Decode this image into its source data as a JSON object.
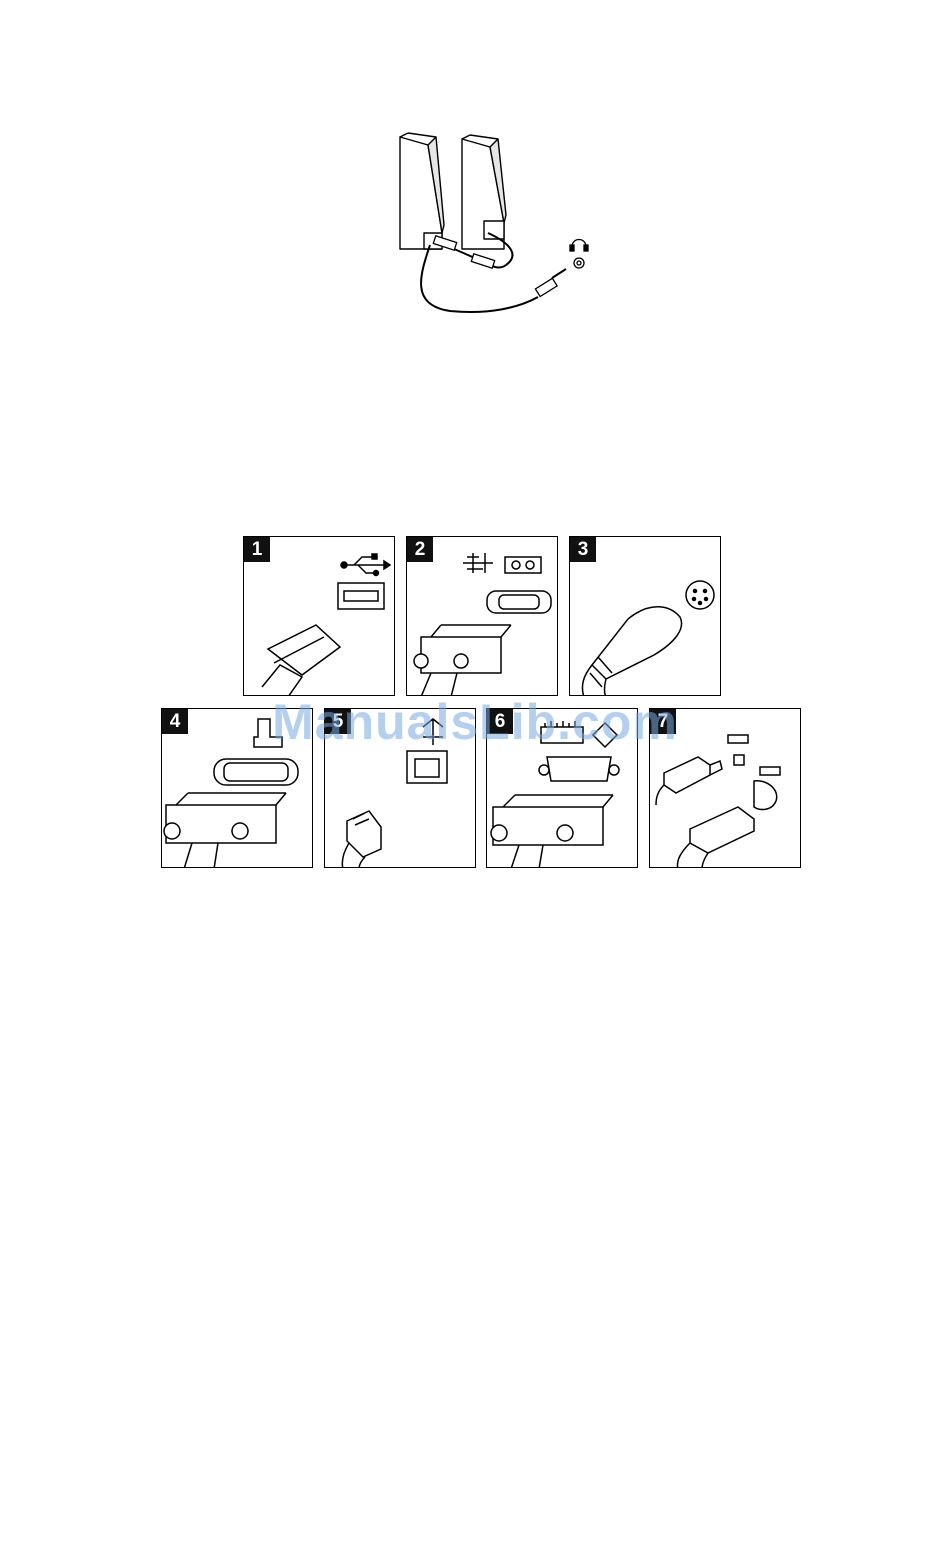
{
  "watermark": "ManualsLib.com",
  "panels": [
    {
      "number": "1",
      "icon": "usb-icon"
    },
    {
      "number": "2",
      "icon": "serial-icon"
    },
    {
      "number": "3",
      "icon": "ps2-icon"
    },
    {
      "number": "4",
      "icon": "parallel-printer-icon"
    },
    {
      "number": "5",
      "icon": "ethernet-icon"
    },
    {
      "number": "6",
      "icon": "monitor-vga-icon"
    },
    {
      "number": "7",
      "icon": "ieee1394-icon"
    }
  ],
  "colors": {
    "line": "#000000",
    "watermark": "#78aae1"
  }
}
